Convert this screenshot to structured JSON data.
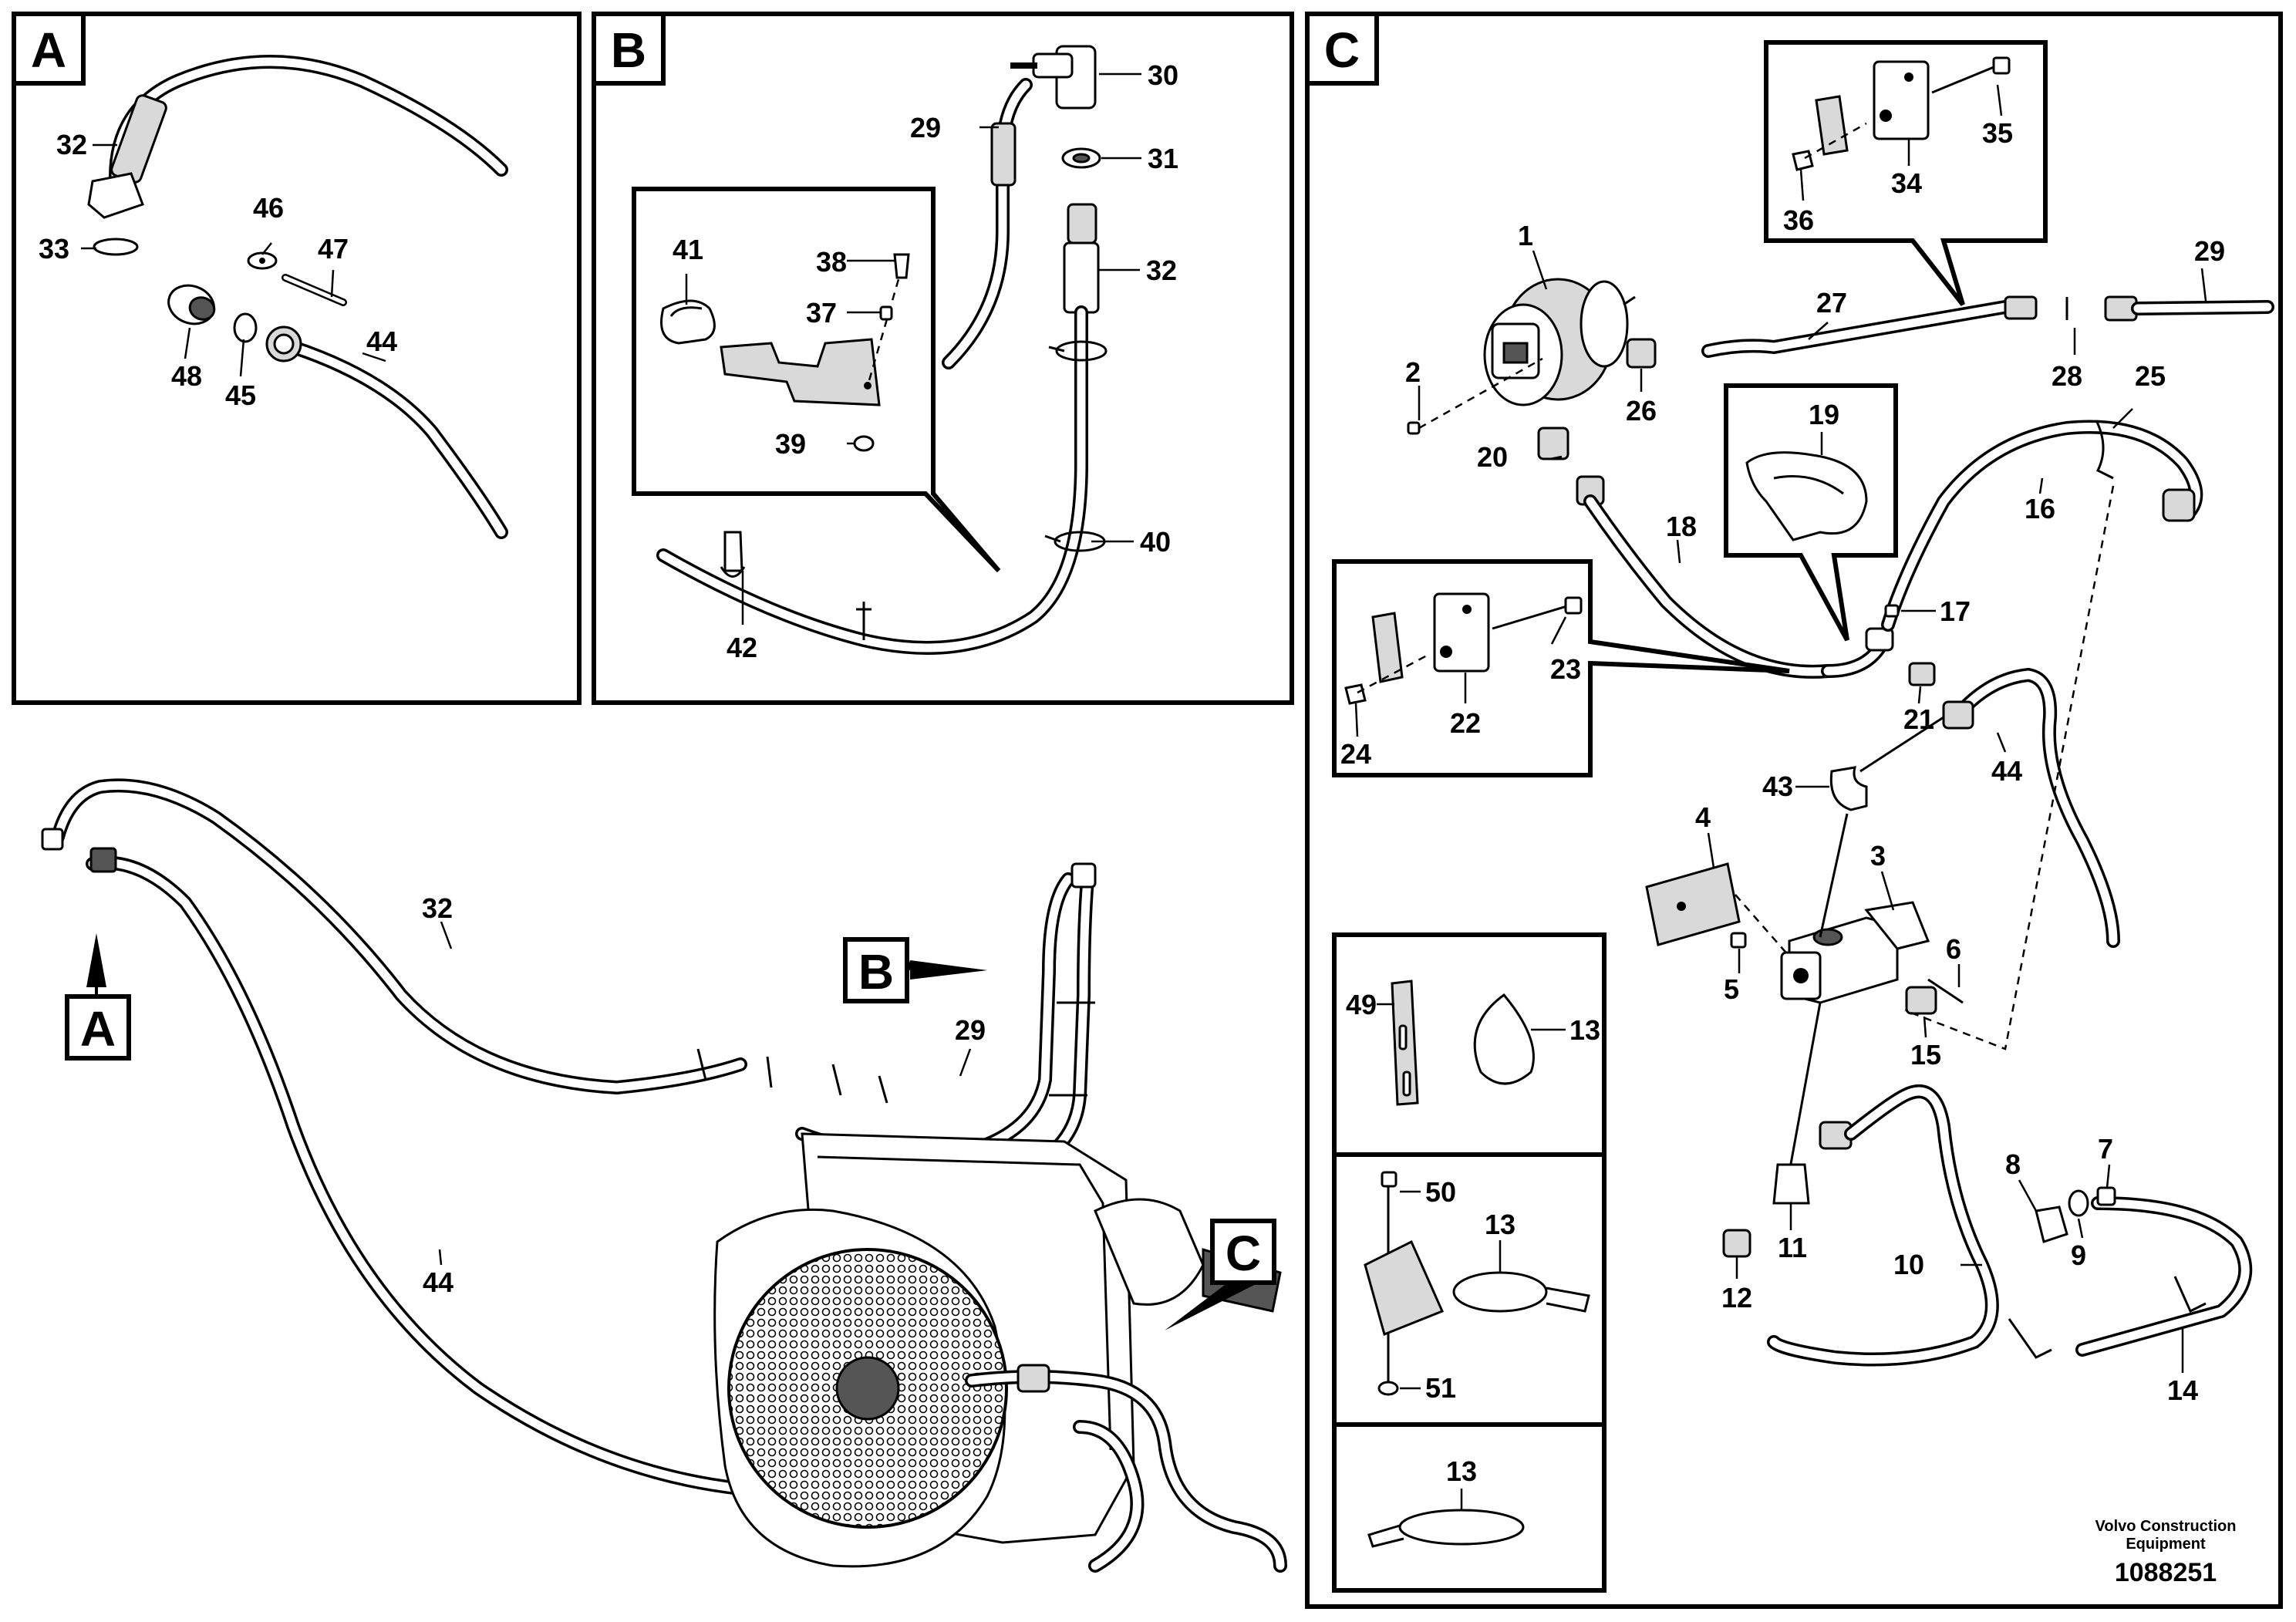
{
  "sections": {
    "a": {
      "letter": "A"
    },
    "b": {
      "letter": "B"
    },
    "c": {
      "letter": "C"
    }
  },
  "callouts": {
    "a": "A",
    "b": "B",
    "c": "C"
  },
  "parts": {
    "p1": "1",
    "p2": "2",
    "p3": "3",
    "p4": "4",
    "p5": "5",
    "p6": "6",
    "p7": "7",
    "p8": "8",
    "p9": "9",
    "p10": "10",
    "p11": "11",
    "p12": "12",
    "p13": "13",
    "p14": "14",
    "p15": "15",
    "p16": "16",
    "p17": "17",
    "p18": "18",
    "p19": "19",
    "p20": "20",
    "p21": "21",
    "p22": "22",
    "p23": "23",
    "p24": "24",
    "p25": "25",
    "p26": "26",
    "p27": "27",
    "p28": "28",
    "p29": "29",
    "p30": "30",
    "p31": "31",
    "p32": "32",
    "p33": "33",
    "p34": "34",
    "p35": "35",
    "p36": "36",
    "p37": "37",
    "p38": "38",
    "p39": "39",
    "p40": "40",
    "p41": "41",
    "p42": "42",
    "p43": "43",
    "p44": "44",
    "p45": "45",
    "p46": "46",
    "p47": "47",
    "p48": "48",
    "p49": "49",
    "p50": "50",
    "p51": "51"
  },
  "footer": {
    "company_line1": "Volvo Construction",
    "company_line2": "Equipment",
    "doc_number": "1088251"
  }
}
